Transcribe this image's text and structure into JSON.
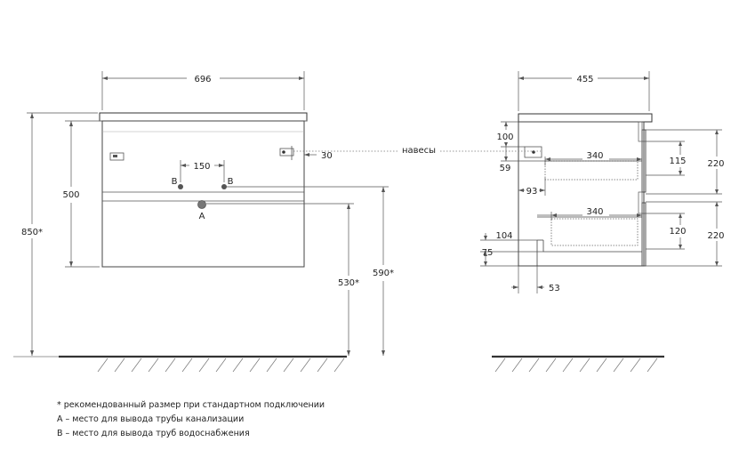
{
  "front_view": {
    "width": "696",
    "cabinet_height": "500",
    "total_height": "850*",
    "pipe_spacing": "150",
    "supply_label_left": "B",
    "supply_label_right": "B",
    "drain_label": "A",
    "hinge_offset": "30",
    "drain_height": "530*",
    "supply_height": "590*"
  },
  "side_view": {
    "depth": "455",
    "hinges_label": "навесы",
    "top_offset": "100",
    "drawer_depth_upper": "340",
    "drawer_depth_lower": "340",
    "inner_offset": "59",
    "side_offset": "93",
    "upper_rail": "115",
    "lower_rail": "120",
    "upper_front_height": "220",
    "lower_front_height": "220",
    "bottom_offset": "104",
    "bottom_gap": "75",
    "plinth_offset": "53"
  },
  "notes": {
    "line1": "* рекомендованный размер при стандартном подключении",
    "line2": "А – место для вывода трубы канализации",
    "line3": "В – место для вывода труб водоснабжения"
  }
}
